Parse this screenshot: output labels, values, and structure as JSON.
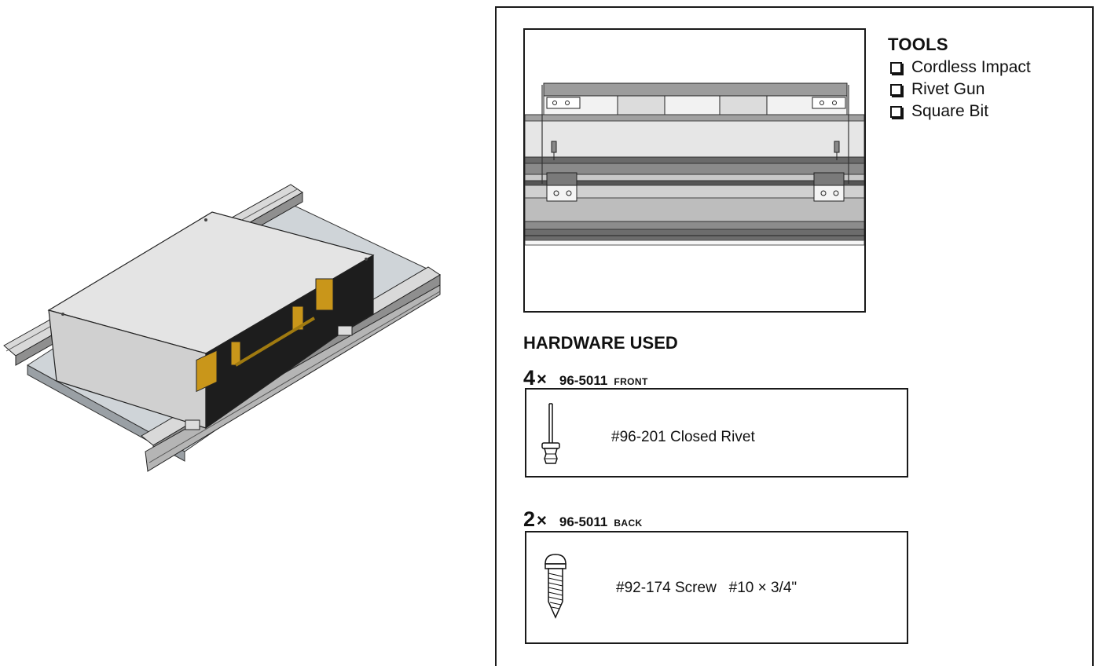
{
  "tools": {
    "heading": "TOOLS",
    "items": [
      {
        "label": "Cordless Impact"
      },
      {
        "label": "Rivet Gun"
      },
      {
        "label": "Square Bit"
      }
    ]
  },
  "hardware": {
    "heading": "HARDWARE USED",
    "entries": [
      {
        "qty": "4",
        "times": "×",
        "part_number": "96-5011",
        "position": "FRONT",
        "description": "#96-201 Closed Rivet",
        "icon": "closed-rivet-icon"
      },
      {
        "qty": "2",
        "times": "×",
        "part_number": "96-5011",
        "position": "BACK",
        "description": "#92-174 Screw   #10 × 3/4\"",
        "icon": "screw-icon"
      }
    ]
  },
  "colors": {
    "line": "#1a1a1a",
    "metal_light": "#e8e8e8",
    "metal_mid": "#bdbdbd",
    "metal_dark": "#5a5a5a",
    "brass": "#d4a017"
  }
}
